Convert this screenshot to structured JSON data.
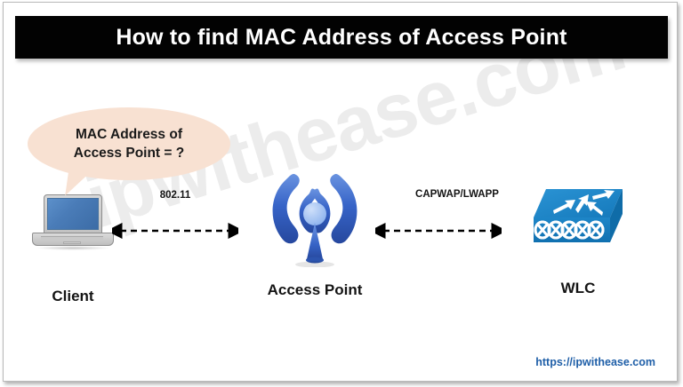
{
  "page": {
    "title": "How to find MAC Address of Access Point",
    "watermark": "ipwithease.com",
    "footer_url": "https://ipwithease.com",
    "colors": {
      "title_bar_bg": "#020202",
      "title_text": "#ffffff",
      "bubble_fill": "#f8e1d2",
      "watermark": "#ececec",
      "footer_link": "#1f5fa8",
      "wifi_blue": "#2f63c4",
      "switch_blue": "#1a86c8",
      "arrow": "#000000"
    }
  },
  "callout": {
    "line1": "MAC Address of",
    "line2": "Access Point = ?"
  },
  "nodes": [
    {
      "id": "client",
      "label": "Client",
      "icon": "laptop-icon"
    },
    {
      "id": "access-point",
      "label": "Access Point",
      "icon": "wifi-icon"
    },
    {
      "id": "wlc",
      "label": "WLC",
      "icon": "switch-icon"
    }
  ],
  "links": [
    {
      "id": "link-client-ap",
      "label": "802.11",
      "style": "dashed",
      "arrows": "both"
    },
    {
      "id": "link-ap-wlc",
      "label": "CAPWAP/LWAPP",
      "style": "dashed",
      "arrows": "both"
    }
  ]
}
